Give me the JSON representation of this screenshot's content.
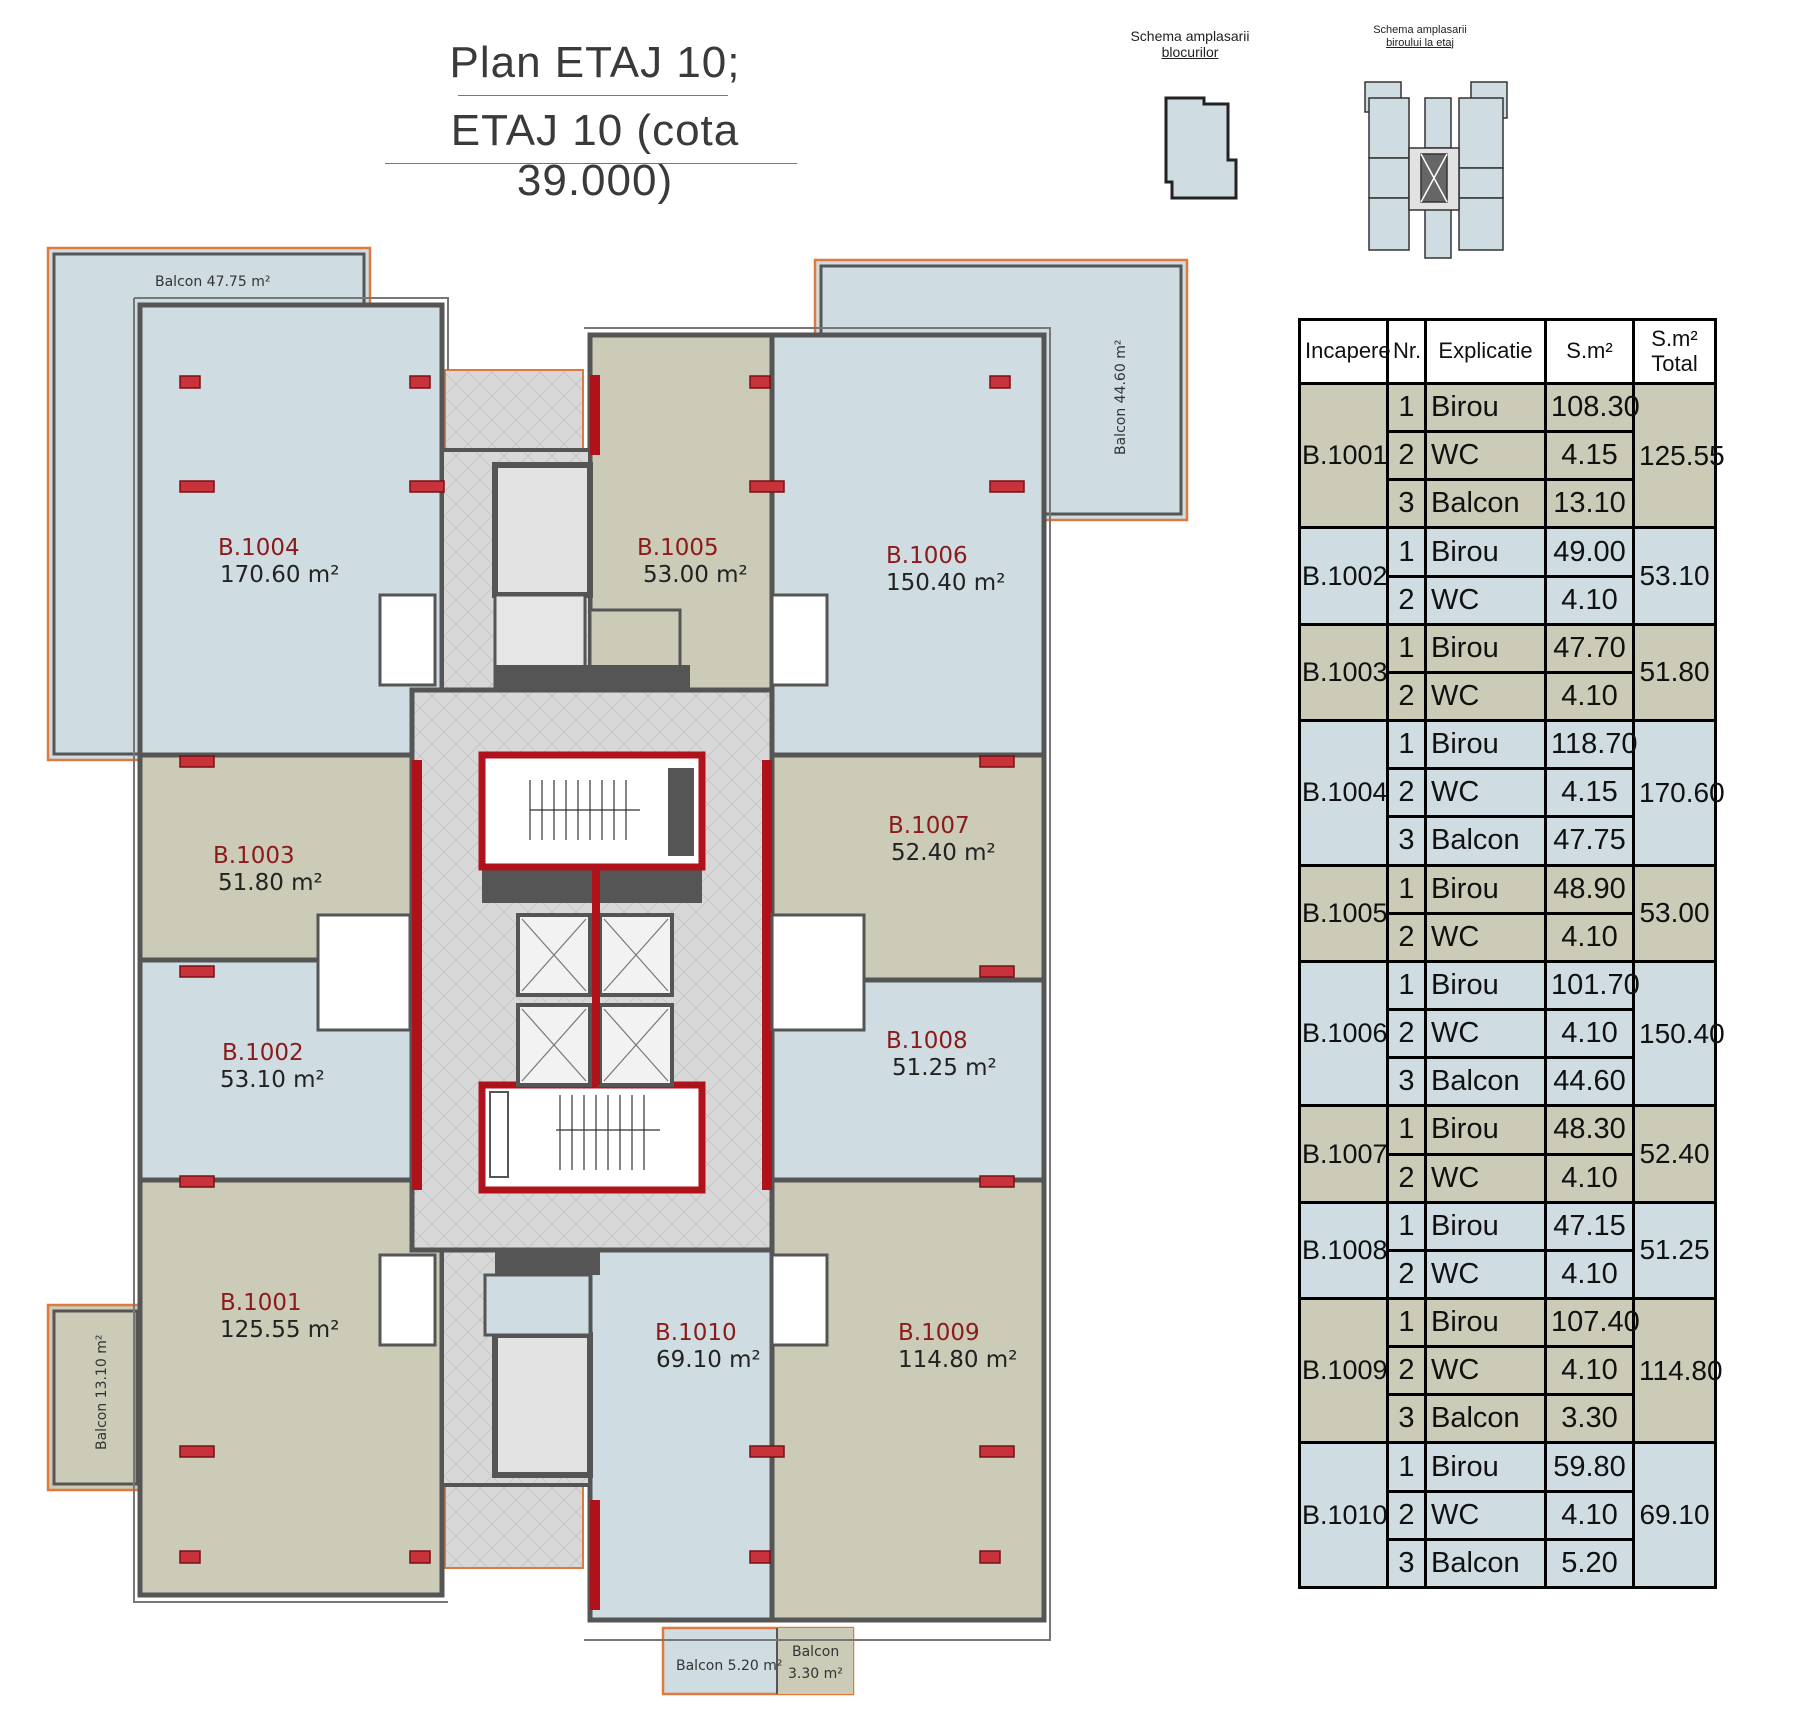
{
  "title": {
    "line1": "Plan ETAJ 10;",
    "line2": "ETAJ 10 (cota 39.000)"
  },
  "schema_blocks": {
    "line1": "Schema amplasarii",
    "line2": "blocurilor"
  },
  "schema_office": {
    "line1": "Schema amplasarii",
    "line2": "biroului la etaj"
  },
  "rooms": [
    {
      "name": "B.1001",
      "area": "125.55 m²"
    },
    {
      "name": "B.1002",
      "area": "53.10 m²"
    },
    {
      "name": "B.1003",
      "area": "51.80 m²"
    },
    {
      "name": "B.1004",
      "area": "170.60 m²"
    },
    {
      "name": "B.1005",
      "area": "53.00 m²"
    },
    {
      "name": "B.1006",
      "area": "150.40 m²"
    },
    {
      "name": "B.1007",
      "area": "52.40 m²"
    },
    {
      "name": "B.1008",
      "area": "51.25 m²"
    },
    {
      "name": "B.1009",
      "area": "114.80 m²"
    },
    {
      "name": "B.1010",
      "area": "69.10 m²"
    }
  ],
  "balconies": {
    "b1004": "Balcon 47.75 m²",
    "b1006": "Balcon 44.60 m²",
    "b1001": "Balcon 13.10 m²",
    "b1010": "Balcon 5.20 m²",
    "b1009_l1": "Balcon",
    "b1009_l2": "3.30 m²"
  },
  "table": {
    "headers": {
      "room": "Incapere",
      "nr": "Nr.",
      "expl": "Explicatie",
      "area": "S.m²",
      "total_l1": "S.m²",
      "total_l2": "Total"
    },
    "groups": [
      {
        "room": "B.1001",
        "total": "125.55",
        "rows": [
          [
            "1",
            "Birou",
            "108.30"
          ],
          [
            "2",
            "WC",
            "4.15"
          ],
          [
            "3",
            "Balcon",
            "13.10"
          ]
        ]
      },
      {
        "room": "B.1002",
        "total": "53.10",
        "rows": [
          [
            "1",
            "Birou",
            "49.00"
          ],
          [
            "2",
            "WC",
            "4.10"
          ]
        ]
      },
      {
        "room": "B.1003",
        "total": "51.80",
        "rows": [
          [
            "1",
            "Birou",
            "47.70"
          ],
          [
            "2",
            "WC",
            "4.10"
          ]
        ]
      },
      {
        "room": "B.1004",
        "total": "170.60",
        "rows": [
          [
            "1",
            "Birou",
            "118.70"
          ],
          [
            "2",
            "WC",
            "4.15"
          ],
          [
            "3",
            "Balcon",
            "47.75"
          ]
        ]
      },
      {
        "room": "B.1005",
        "total": "53.00",
        "rows": [
          [
            "1",
            "Birou",
            "48.90"
          ],
          [
            "2",
            "WC",
            "4.10"
          ]
        ]
      },
      {
        "room": "B.1006",
        "total": "150.40",
        "rows": [
          [
            "1",
            "Birou",
            "101.70"
          ],
          [
            "2",
            "WC",
            "4.10"
          ],
          [
            "3",
            "Balcon",
            "44.60"
          ]
        ]
      },
      {
        "room": "B.1007",
        "total": "52.40",
        "rows": [
          [
            "1",
            "Birou",
            "48.30"
          ],
          [
            "2",
            "WC",
            "4.10"
          ]
        ]
      },
      {
        "room": "B.1008",
        "total": "51.25",
        "rows": [
          [
            "1",
            "Birou",
            "47.15"
          ],
          [
            "2",
            "WC",
            "4.10"
          ]
        ]
      },
      {
        "room": "B.1009",
        "total": "114.80",
        "rows": [
          [
            "1",
            "Birou",
            "107.40"
          ],
          [
            "2",
            "WC",
            "4.10"
          ],
          [
            "3",
            "Balcon",
            "3.30"
          ]
        ]
      },
      {
        "room": "B.1010",
        "total": "69.10",
        "rows": [
          [
            "1",
            "Birou",
            "59.80"
          ],
          [
            "2",
            "WC",
            "4.10"
          ],
          [
            "3",
            "Balcon",
            "5.20"
          ]
        ]
      }
    ]
  },
  "colors": {
    "olive_room": "#cbcbb7",
    "blue_room": "#cfdde2",
    "core_grey": "#d8d8d8",
    "wall_dark": "#555555",
    "red_structure": "#b0121c",
    "balcony_outline": "#e07a3c",
    "room_label": "#8b1a1a"
  }
}
